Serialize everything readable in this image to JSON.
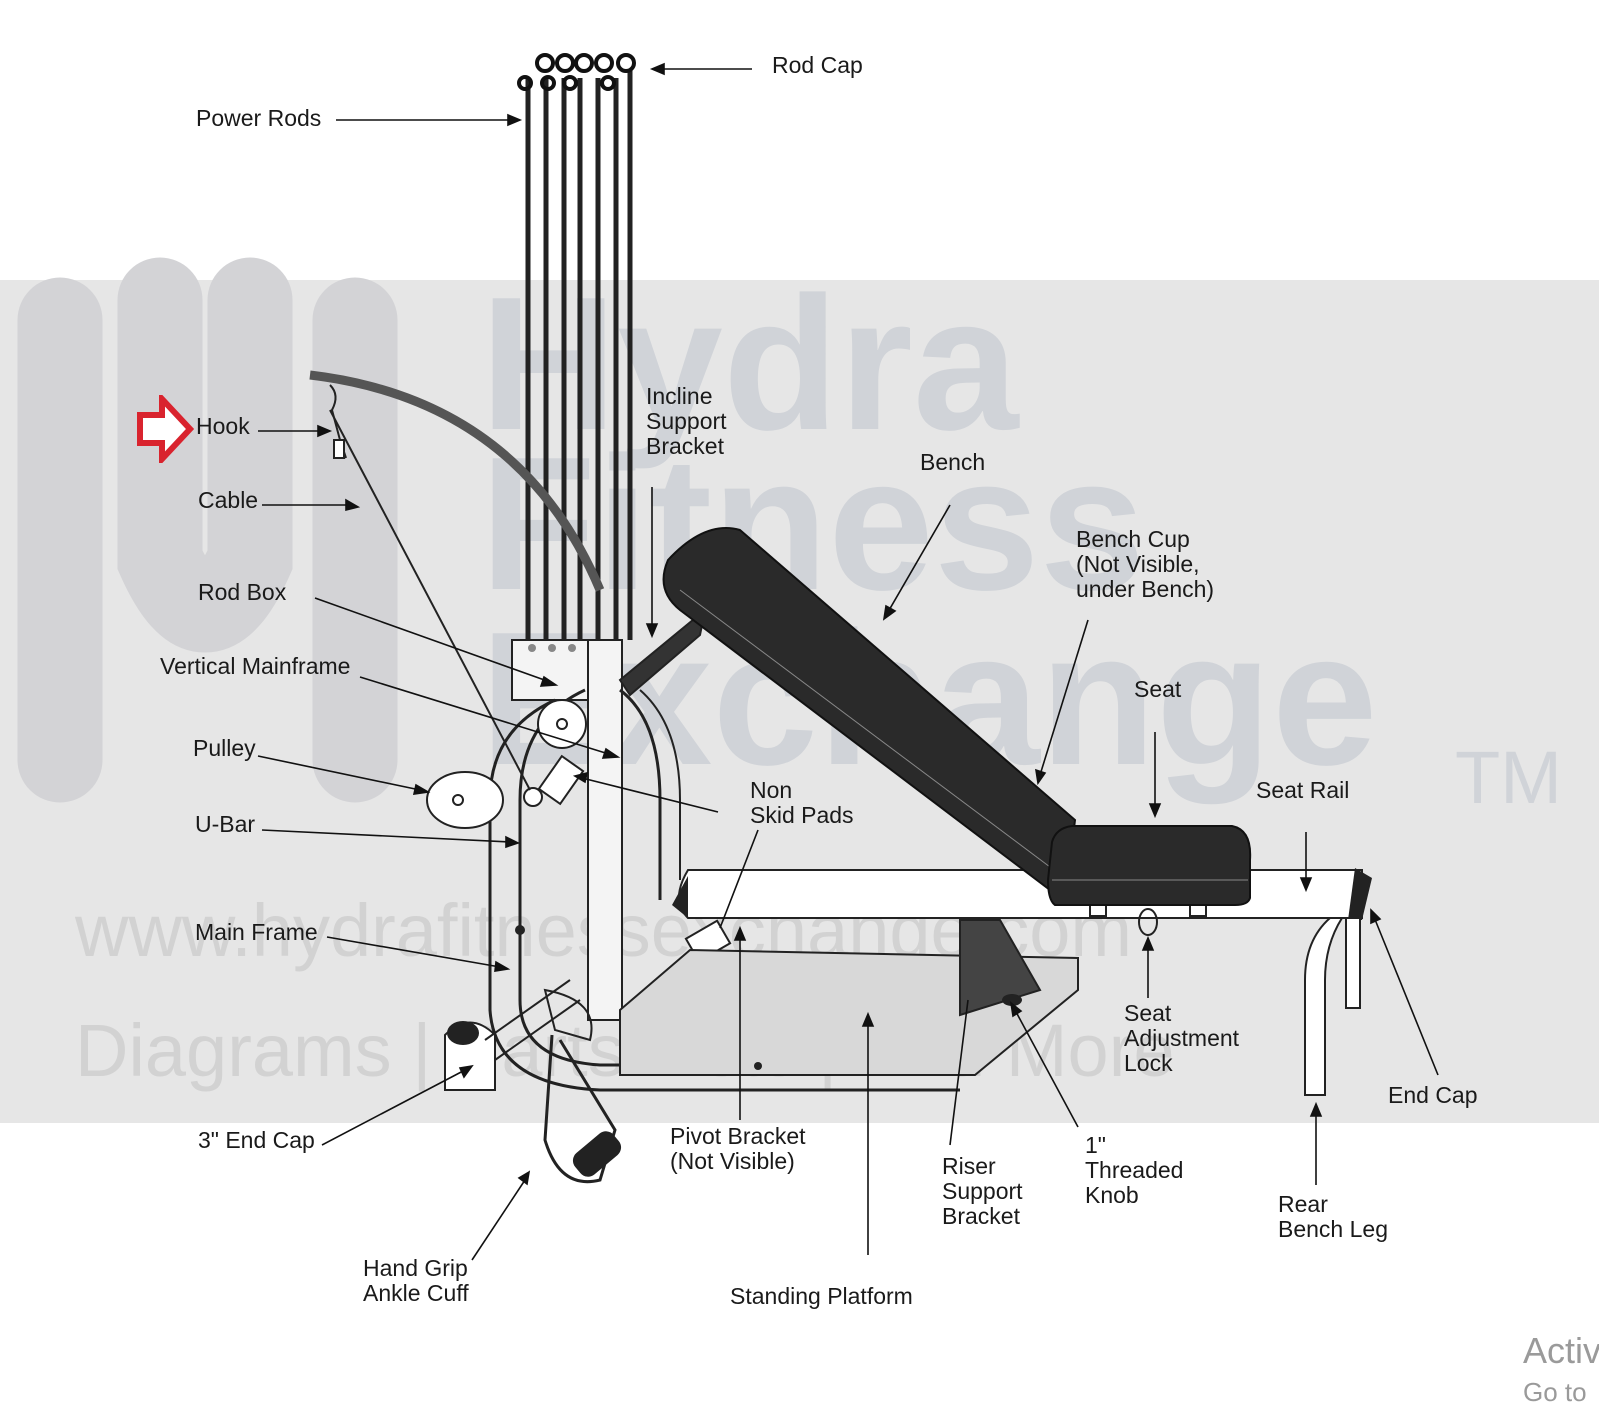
{
  "watermark": {
    "brand_line1": "Hydra",
    "brand_line2": "Fitness",
    "brand_line3": "Exchange",
    "trademark": "TM",
    "url": "www.hydrafitnessexchange.com",
    "tagline": "Diagrams | Parts Lists | And More"
  },
  "labels": {
    "rod_cap": "Rod Cap",
    "power_rods": "Power Rods",
    "hook": "Hook",
    "cable": "Cable",
    "rod_box": "Rod Box",
    "vertical_mainframe": "Vertical Mainframe",
    "pulley": "Pulley",
    "u_bar": "U-Bar",
    "main_frame": "Main Frame",
    "end_cap_3in": "3\" End Cap",
    "hand_grip": "Hand Grip\nAnkle Cuff",
    "incline_support_bracket": "Incline\nSupport\nBracket",
    "bench": "Bench",
    "bench_cup": "Bench Cup\n(Not Visible,\nunder Bench)",
    "seat": "Seat",
    "seat_rail": "Seat Rail",
    "non_skid_pads": "Non\nSkid Pads",
    "pivot_bracket": "Pivot Bracket\n(Not Visible)",
    "standing_platform": "Standing Platform",
    "riser_support_bracket": "Riser\nSupport\nBracket",
    "threaded_knob": "1\"\nThreaded\nKnob",
    "seat_adjustment_lock": "Seat\nAdjustment\nLock",
    "rear_bench_leg": "Rear\nBench Leg",
    "end_cap": "End Cap"
  },
  "highlight_marker": {
    "icon": "right-arrow-icon",
    "color": "#d9232e",
    "target": "Hook"
  },
  "overlay": {
    "activate_line1": "Activ",
    "activate_line2": "Go to"
  }
}
